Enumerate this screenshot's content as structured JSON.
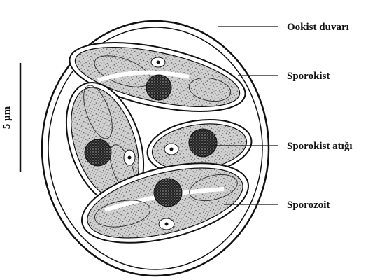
{
  "diagram": {
    "labels": {
      "oocyst_wall": "Ookist duvarı",
      "sporocyst": "Sporokist",
      "sporocyst_residuum": "Sporokist atığı",
      "sporozoite": "Sporozoit"
    },
    "scale_bar": "5 µm"
  },
  "colors": {
    "ink": "#111111",
    "stipple_fill": "#c9c9c9",
    "residuum_fill": "#2b2b2b",
    "background": "#ffffff"
  }
}
